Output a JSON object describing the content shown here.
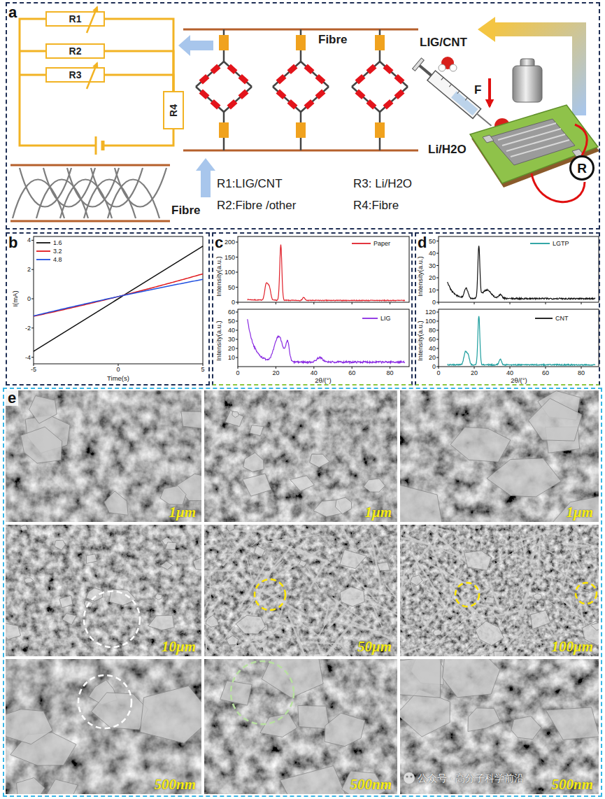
{
  "diagram": {
    "nodes": [
      {
        "text": [
          "a"
        ]
      },
      {
        "text": [
          "R1"
        ],
        "in": 0
      },
      {
        "text": [
          "R2"
        ],
        "in": 0
      },
      {
        "text": [
          "R3"
        ],
        "in": 0
      },
      {
        "text": [
          "R4"
        ],
        "in": 0
      },
      {
        "text": [
          "R"
        ],
        "in": 0
      },
      {
        "text": [
          "b"
        ]
      },
      {
        "text": [
          "c"
        ]
      },
      {
        "text": [
          "d"
        ]
      },
      {
        "text": [
          "e"
        ]
      },
      {
        "text": [
          "1μm"
        ],
        "in": 9
      },
      {
        "text": [
          "1μm"
        ],
        "in": 9
      },
      {
        "text": [
          "1μm"
        ],
        "in": 9
      },
      {
        "text": [
          "10μm"
        ],
        "in": 9
      },
      {
        "text": [
          "50μm"
        ],
        "in": 9
      },
      {
        "text": [
          "100μm"
        ],
        "in": 9
      },
      {
        "text": [
          "500nm"
        ],
        "in": 9
      },
      {
        "text": [
          "500nm"
        ],
        "in": 9
      },
      {
        "text": [
          "500nm"
        ],
        "in": 9
      }
    ],
    "edges": [
      {
        "from": 1,
        "to": 4,
        "arrow": "none"
      },
      {
        "from": 2,
        "to": 4,
        "arrow": "none"
      },
      {
        "from": 3,
        "to": 4,
        "arrow": "none"
      }
    ],
    "labels": [
      "Fibre",
      "LIG/CNT",
      "F",
      "Li/H2O",
      "Fibre",
      "R1:LIG/CNT",
      "R2:Fibre /other",
      "R3: Li/H2O",
      "R4:Fibre",
      "4",
      "2",
      "0",
      "-2",
      "-4",
      "-5",
      "0",
      "5",
      "I(mA)",
      "Time(s)",
      "200",
      "150",
      "100",
      "50",
      "0",
      "60",
      "50",
      "40",
      "30",
      "20",
      "10",
      "0",
      "20",
      "40",
      "60",
      "80",
      "Intensity(a.u.)",
      "Intensity(a.u.)",
      "2θ/(°)",
      "50",
      "40",
      "30",
      "20",
      "10",
      "0",
      "120",
      "100",
      "80",
      "60",
      "40",
      "20",
      "0",
      "0",
      "20",
      "40",
      "60",
      "80",
      "Intensity(a.u.)",
      "Intensity(a.u.)",
      "2θ/(°)",
      "公众号 · 高分子科学前沿"
    ],
    "legend": [
      {
        "text": "1.6"
      },
      {
        "text": "3.2"
      },
      {
        "text": "4.8"
      },
      {
        "text": "Paper"
      },
      {
        "text": "LIG"
      },
      {
        "text": "LGTP"
      },
      {
        "text": "CNT"
      }
    ]
  }
}
